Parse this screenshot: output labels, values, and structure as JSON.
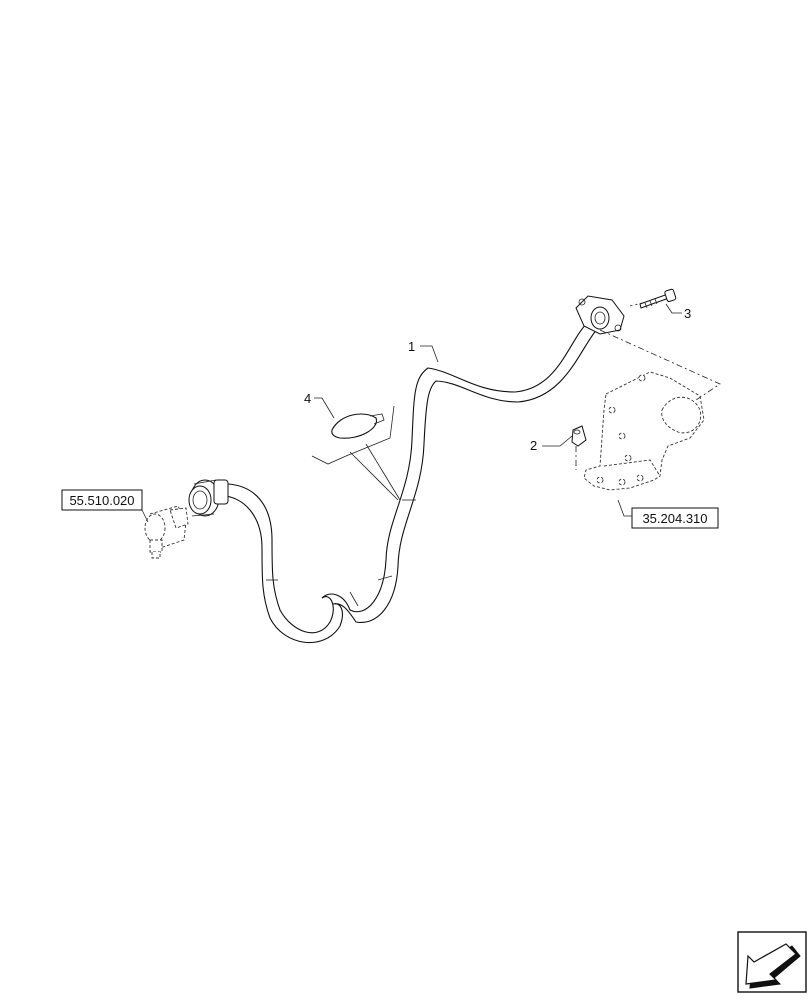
{
  "callouts": {
    "harness": "1",
    "nut": "2",
    "bolt": "3",
    "cable_tie": "4"
  },
  "references": {
    "connector_ref": "55.510.020",
    "bracket_ref": "35.204.310"
  },
  "icons": {
    "corner_nav": "arrow-southwest-icon"
  }
}
